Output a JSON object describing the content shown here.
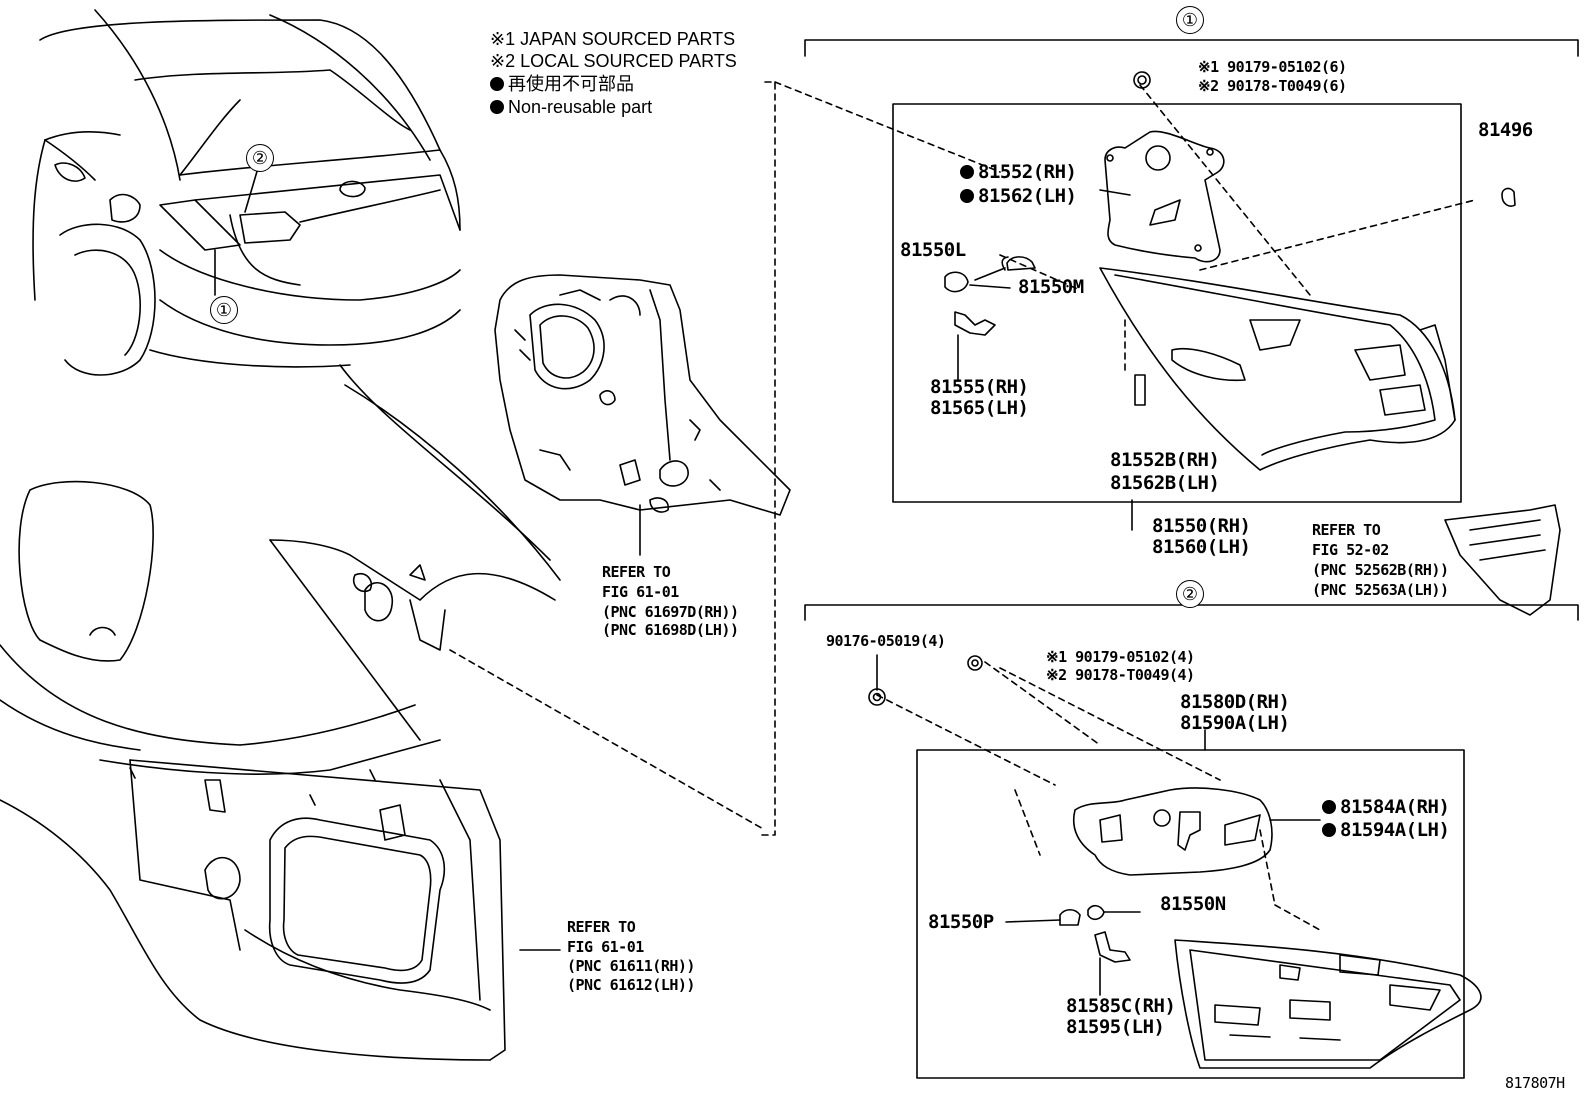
{
  "legend": {
    "note1": "※1 JAPAN SOURCED PARTS",
    "note2": "※2 LOCAL SOURCED PARTS",
    "non_reusable_jp": "再使用不可部品",
    "non_reusable_en": "Non-reusable part"
  },
  "callouts": {
    "one": "①",
    "two": "②"
  },
  "section1": {
    "screw_j": "※1 90179-05102(6)",
    "screw_l": "※2 90178-T0049(6)",
    "gasket_rh": "81552(RH)",
    "gasket_lh": "81562(LH)",
    "clip": "81496",
    "bulb_l": "81550L",
    "socket_m": "81550M",
    "wire_rh": "81555(RH)",
    "wire_lh": "81565(LH)",
    "seal_rh": "81552B(RH)",
    "seal_lh": "81562B(LH)",
    "lamp_rh": "81550(RH)",
    "lamp_lh": "81560(LH)",
    "ref_title": "REFER TO",
    "ref_fig": "FIG 52-02",
    "ref_pnc_rh": "(PNC 52562B(RH))",
    "ref_pnc_lh": "(PNC 52563A(LH))"
  },
  "section2": {
    "nut": "90176-05019(4)",
    "screw_j": "※1 90179-05102(4)",
    "screw_l": "※2 90178-T0049(4)",
    "lamp_rh": "81580D(RH)",
    "lamp_lh": "81590A(LH)",
    "gasket_rh": "81584A(RH)",
    "gasket_lh": "81594A(LH)",
    "bulb_n": "81550N",
    "socket_p": "81550P",
    "wire_rh": "81585C(RH)",
    "wire_lh": "81595(LH)"
  },
  "body_refs": {
    "upper_title": "REFER TO",
    "upper_fig": "FIG 61-01",
    "upper_pnc_rh": "(PNC 61697D(RH))",
    "upper_pnc_lh": "(PNC 61698D(LH))",
    "lower_title": "REFER TO",
    "lower_fig": "FIG 61-01",
    "lower_pnc_rh": "(PNC 61611(RH))",
    "lower_pnc_lh": "(PNC 61612(LH))"
  },
  "figure_id": "817807H"
}
